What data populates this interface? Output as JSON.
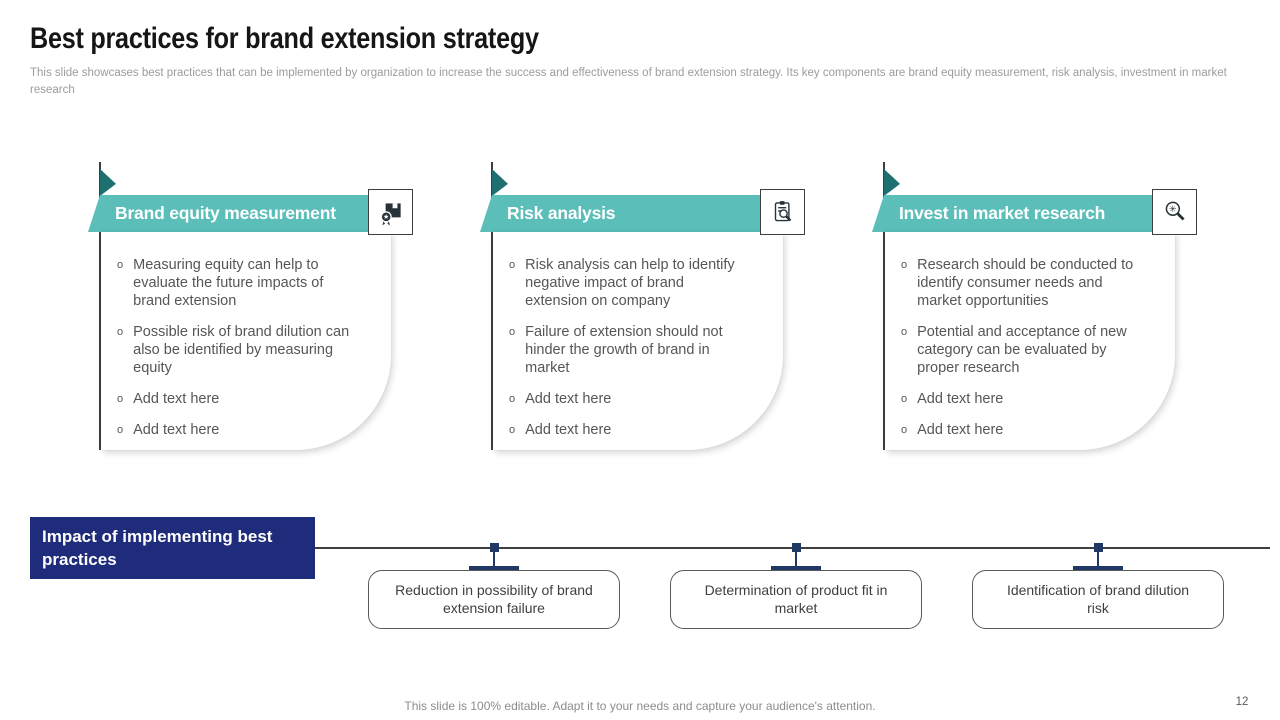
{
  "slide": {
    "title": "Best practices for brand extension strategy",
    "subtitle": "This slide showcases best practices that can be implemented by organization to increase the success and effectiveness of brand extension strategy. Its key components are brand equity measurement, risk analysis, investment in market research",
    "footer": "This slide is 100% editable. Adapt it to your needs and capture your audience's attention.",
    "page_number": "12"
  },
  "colors": {
    "ribbon_teal": "#5bbeb9",
    "fold_dark_teal": "#1e6f70",
    "impact_navy": "#1e2c7b",
    "connector_navy": "#1f3864",
    "icon_dark": "#263238",
    "body_text_gray": "#565656"
  },
  "cards": [
    {
      "title": "Brand equity measurement",
      "icon": "certified-package-icon",
      "bullets": [
        "Measuring equity can help to evaluate the future impacts of brand extension",
        "Possible risk of brand dilution can also be identified by measuring equity",
        "Add text here",
        "Add text here"
      ]
    },
    {
      "title": "Risk analysis",
      "icon": "clipboard-magnifier-icon",
      "bullets": [
        "Risk analysis can help to identify negative impact of brand extension on company",
        "Failure of extension should not hinder the growth of brand in market",
        "Add text here",
        "Add text here"
      ]
    },
    {
      "title": "Invest in market research",
      "icon": "market-research-magnifier-icon",
      "bullets": [
        "Research should be conducted to identify consumer needs and market opportunities",
        "Potential and acceptance of new category can be evaluated by proper research",
        "Add text here",
        "Add text here"
      ]
    }
  ],
  "impact": {
    "label": "Impact of implementing best practices",
    "items": [
      "Reduction in possibility of brand extension failure",
      "Determination of product fit in market",
      "Identification of brand dilution risk"
    ]
  }
}
